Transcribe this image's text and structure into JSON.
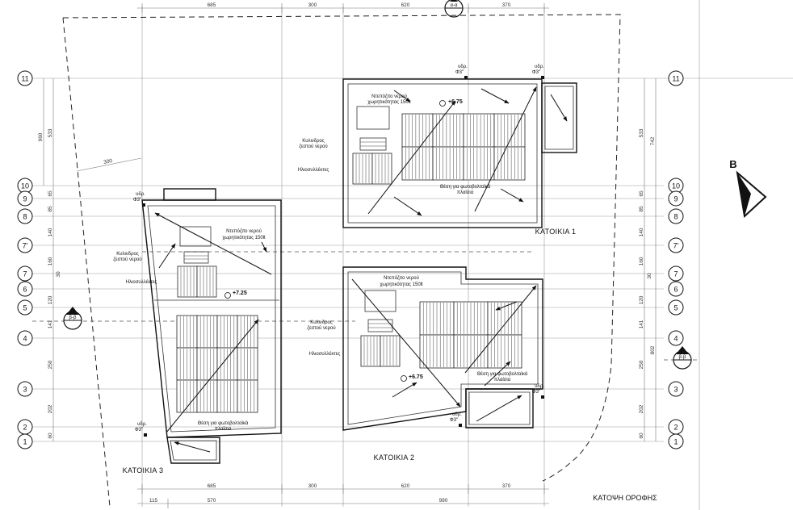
{
  "top_dims": [
    "685",
    "300",
    "620",
    "370"
  ],
  "bottom_dims_upper": [
    "685",
    "300",
    "620",
    "370"
  ],
  "bottom_dims_lower": [
    "115",
    "570",
    "990"
  ],
  "left_dims": [
    "533",
    "65",
    "85",
    "140",
    "160",
    "30",
    "120",
    "141",
    "250",
    "202",
    "60"
  ],
  "left_extra_dims": [
    "960",
    "300"
  ],
  "right_dims": [
    "533",
    "65",
    "85",
    "140",
    "160",
    "30",
    "120",
    "141",
    "250",
    "202",
    "60"
  ],
  "right_extra_dims": [
    "742",
    "802"
  ],
  "axis_labels": [
    "11",
    "10",
    "9",
    "8",
    "7'",
    "7",
    "6",
    "5",
    "4",
    "3",
    "2",
    "1"
  ],
  "section_marks": {
    "top": "α-α",
    "left": "β-β",
    "right": "β-β"
  },
  "north_label": "B",
  "drains": {
    "label": "υδρ.",
    "dia": "Φ3\""
  },
  "house1": {
    "title": "ΚΑΤΟΙΚΙΑ 1",
    "tank": [
      "Ντεπόζιτο νερού",
      "χωρητικότητας 150lt"
    ],
    "cylinder": [
      "Κυλινδρος",
      "ζεστού νερού"
    ],
    "collectors": "Ηλιοσυλλέκτες",
    "pv": [
      "Θέση για φωτοβολταϊκά",
      "πλαίσια"
    ],
    "level": "+6.75"
  },
  "house2": {
    "title": "ΚΑΤΟΙΚΙΑ 2",
    "tank": [
      "Ντεπόζιτο νερού",
      "χωρητικότητας 150lt"
    ],
    "cylinder": [
      "Κυλινδρος",
      "ζεστού νερού"
    ],
    "collectors": "Ηλιοσυλλέκτες",
    "pv": [
      "Θέση για φωτοβολταϊκά",
      "πλαίσια"
    ],
    "level": "+6.75"
  },
  "house3": {
    "title": "ΚΑΤΟΙΚΙΑ 3",
    "tank": [
      "Ντεπόζιτο νερού",
      "χωρητικότητας 150lt"
    ],
    "cylinder": [
      "Κυλινδρος",
      "ζεστού νερού"
    ],
    "collectors": "Ηλιοσυλλέκτες",
    "pv": [
      "Θέση για φωτοβολταϊκά",
      "πλαίσια"
    ],
    "level": "+7.25"
  },
  "sheet_title": "ΚΑΤΟΨΗ ΟΡΟΦΗΣ"
}
